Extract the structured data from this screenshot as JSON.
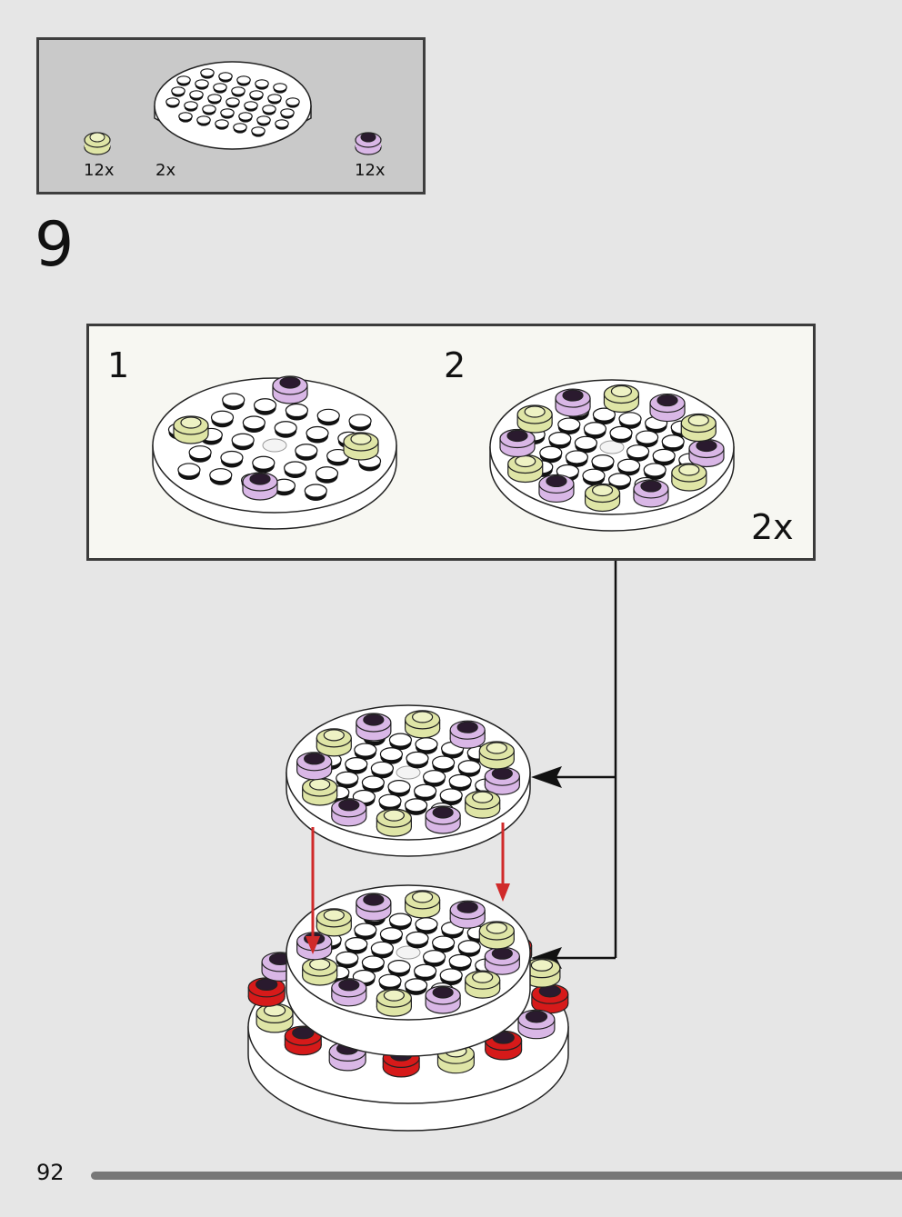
{
  "parts_list": {
    "items": [
      {
        "name": "tan-round-plate",
        "color": "#dfe5a6",
        "quantity": "12x"
      },
      {
        "name": "white-round-plate",
        "color": "#ffffff",
        "quantity": "2x"
      },
      {
        "name": "lavender-round-plate",
        "color": "#d9b7e6",
        "quantity": "12x"
      }
    ]
  },
  "step": {
    "number": "9",
    "substeps": [
      {
        "number": "1"
      },
      {
        "number": "2",
        "multiplier": "2x"
      }
    ]
  },
  "colors": {
    "tan": "#dfe5a6",
    "lavender": "#d9b7e6",
    "red": "#d61a1a",
    "arrow_red": "#d02a2a",
    "white": "#ffffff"
  },
  "page": {
    "number": "92"
  }
}
